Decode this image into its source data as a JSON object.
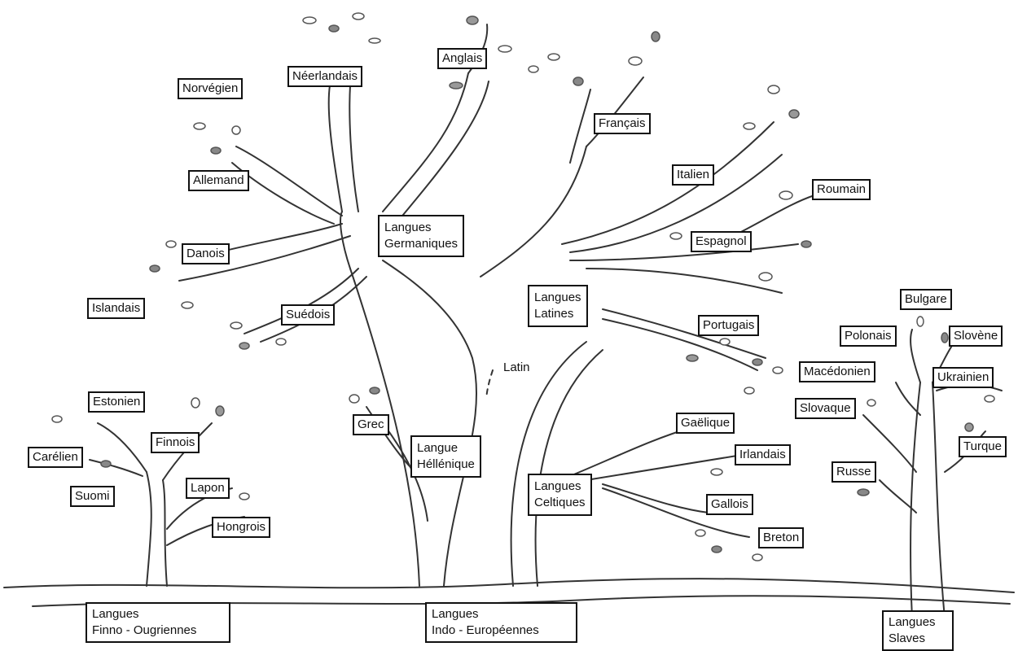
{
  "colors": {
    "ink": "#333333",
    "leaf": "#777777",
    "label_border": "#111111"
  },
  "labels": {
    "norvegien": "Norvégien",
    "neerlandais": "Néerlandais",
    "anglais": "Anglais",
    "allemand": "Allemand",
    "francais": "Français",
    "italien": "Italien",
    "roumain": "Roumain",
    "espagnol": "Espagnol",
    "danois": "Danois",
    "islandais": "Islandais",
    "suedois": "Suédois",
    "germaniques": [
      "Langues",
      "Germaniques"
    ],
    "latines": [
      "Langues",
      "Latines"
    ],
    "portugais": "Portugais",
    "bulgare": "Bulgare",
    "polonais": "Polonais",
    "slovene": "Slovène",
    "macedonien": "Macédonien",
    "ukrainien": "Ukrainien",
    "slovaque": "Slovaque",
    "turque": "Turque",
    "russe": "Russe",
    "latin": "Latin",
    "estonien": "Estonien",
    "carelien": "Carélien",
    "finnois": "Finnois",
    "suomi": "Suomi",
    "lapon": "Lapon",
    "hongrois": "Hongrois",
    "grec": "Grec",
    "hellenique": [
      "Langue",
      "Héllénique"
    ],
    "gaelique": "Gaëlique",
    "irlandais": "Irlandais",
    "celtiques": [
      "Langues",
      "Celtiques"
    ],
    "gallois": "Gallois",
    "breton": "Breton",
    "finno": [
      "Langues",
      "Finno - Ougriennes"
    ],
    "indo": [
      "Langues",
      "Indo - Européennes"
    ],
    "slaves": [
      "Langues",
      "Slaves"
    ]
  }
}
